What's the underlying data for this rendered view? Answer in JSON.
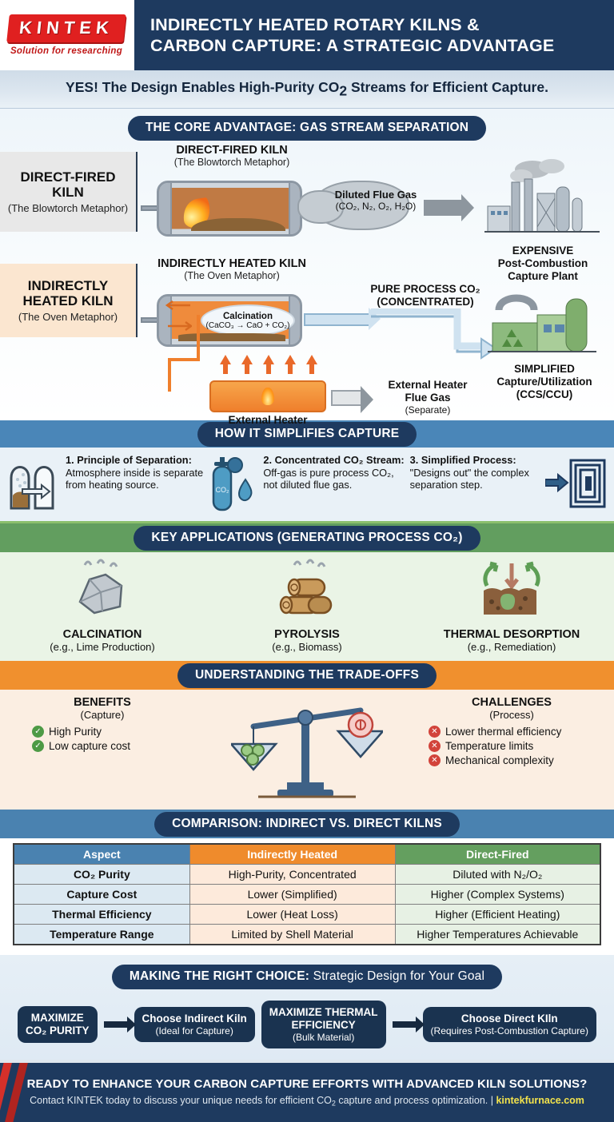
{
  "header": {
    "logo_text": "KINTEK",
    "logo_tagline": "Solution for researching",
    "title_line1": "INDIRECTLY HEATED ROTARY KILNS &",
    "title_line2": "CARBON CAPTURE: A STRATEGIC ADVANTAGE"
  },
  "subheader": {
    "prefix": "YES!",
    "text_a": " The Design Enables High-Purity CO",
    "sub": "2",
    "text_b": " Streams for Efficient Capture."
  },
  "core": {
    "band_title": "THE CORE ADVANTAGE: GAS STREAM SEPARATION",
    "side_direct_title": "DIRECT-FIRED KILN",
    "side_direct_sub": "(The Blowtorch Metaphor)",
    "side_indirect_title": "INDIRECTLY HEATED KILN",
    "side_indirect_sub": "(The Oven Metaphor)",
    "direct_diagram_title": "DIRECT-FIRED KILN",
    "direct_diagram_sub": "(The Blowtorch Metaphor)",
    "indirect_diagram_title": "INDIRECTLY HEATED KILN",
    "indirect_diagram_sub": "(The Oven Metaphor)",
    "flue_label": "Diluted Flue Gas",
    "flue_formula": "(CO₂, N₂, O₂, H₂O)",
    "plant_direct_l1": "EXPENSIVE",
    "plant_direct_l2": "Post-Combustion",
    "plant_direct_l3": "Capture Plant",
    "calcination_title": "Calcination",
    "calcination_eq": "(CaCO₃ → CaO + CO₂)",
    "pure_co2_l1": "PURE PROCESS CO₂",
    "pure_co2_l2": "(CONCENTRATED)",
    "plant_indirect_l1": "SIMPLIFIED",
    "plant_indirect_l2": "Capture/Utilization",
    "plant_indirect_l3": "(CCS/CCU)",
    "heater_label": "External Heater",
    "heater_gas_l1": "External Heater",
    "heater_gas_l2": "Flue Gas",
    "heater_gas_l3": "(Separate)"
  },
  "simplify": {
    "band_title": "HOW IT SIMPLIFIES CAPTURE",
    "items": [
      {
        "icon": "sealed-vessel-icon",
        "num": "1. ",
        "bold": "Principle of Separation:",
        "rest": " Atmosphere inside is separate from heating source."
      },
      {
        "icon": "co2-cylinder-icon",
        "num": "2. ",
        "bold": "Concentrated CO₂ Stream:",
        "rest": " Off-gas is pure process CO₂, not diluted flue gas."
      },
      {
        "icon": "maze-icon",
        "num": "3. ",
        "bold": "Simplified Process:",
        "rest": " \"Designs out\" the complex separation step."
      }
    ]
  },
  "apps": {
    "band_title": "KEY APPLICATIONS (GENERATING PROCESS CO₂)",
    "items": [
      {
        "icon": "limestone-rock-icon",
        "name": "CALCINATION",
        "example": "(e.g., Lime Production)"
      },
      {
        "icon": "logs-icon",
        "name": "PYROLYSIS",
        "example": "(e.g., Biomass)"
      },
      {
        "icon": "soil-remediation-icon",
        "name": "THERMAL DESORPTION",
        "example": "(e.g., Remediation)"
      }
    ]
  },
  "tradeoffs": {
    "band_title": "UNDERSTANDING THE TRADE-OFFS",
    "benefits_title": "BENEFITS",
    "benefits_sub": "(Capture)",
    "benefits": [
      "High Purity",
      "Low capture cost"
    ],
    "challenges_title": "CHALLENGES",
    "challenges_sub": "(Process)",
    "challenges": [
      "Lower thermal efficiency",
      "Temperature limits",
      "Mechanical complexity"
    ]
  },
  "comparison": {
    "band_title": "COMPARISON: INDIRECT VS. DIRECT KILNS",
    "headers": [
      "Aspect",
      "Indirectly Heated",
      "Direct-Fired"
    ],
    "rows": [
      [
        "CO₂ Purity",
        "High-Purity, Concentrated",
        "Diluted with N₂/O₂"
      ],
      [
        "Capture Cost",
        "Lower (Simplified)",
        "Higher (Complex Systems)"
      ],
      [
        "Thermal Efficiency",
        "Lower (Heat Loss)",
        "Higher (Efficient Heating)"
      ],
      [
        "Temperature Range",
        "Limited by Shell Material",
        "Higher Temperatures Achievable"
      ]
    ]
  },
  "choice": {
    "band_title_bold": "MAKING THE RIGHT CHOICE:",
    "band_title_rest": " Strategic Design for Your Goal",
    "boxes": [
      {
        "b1": "MAXIMIZE",
        "b1b": "CO₂ PURITY",
        "b2": ""
      },
      {
        "b1": "Choose Indirect Kiln",
        "b1b": "",
        "b2": "(Ideal for Capture)"
      },
      {
        "b1": "MAXIMIZE THERMAL",
        "b1b": "EFFICIENCY",
        "b2": "(Bulk Material)"
      },
      {
        "b1": "Choose Direct KIln",
        "b1b": "",
        "b2": "(Requires Post-Combustion Capture)"
      }
    ]
  },
  "footer": {
    "headline": "READY TO ENHANCE YOUR CARBON CAPTURE EFFORTS WITH ADVANCED KILN SOLUTIONS?",
    "sub_a": "Contact KINTEK today to discuss your unique needs for efficient CO",
    "sub_sub": "2",
    "sub_b": " capture and process optimization. | ",
    "link": "kintekfurnace.com"
  },
  "colors": {
    "navy": "#1e3a5f",
    "brand_red": "#e02020",
    "blue_band": "#4a86b8",
    "green_band": "#629e5f",
    "orange_band": "#f0902e",
    "compare_band": "#4a82b0",
    "link_yellow": "#f2e24c"
  }
}
